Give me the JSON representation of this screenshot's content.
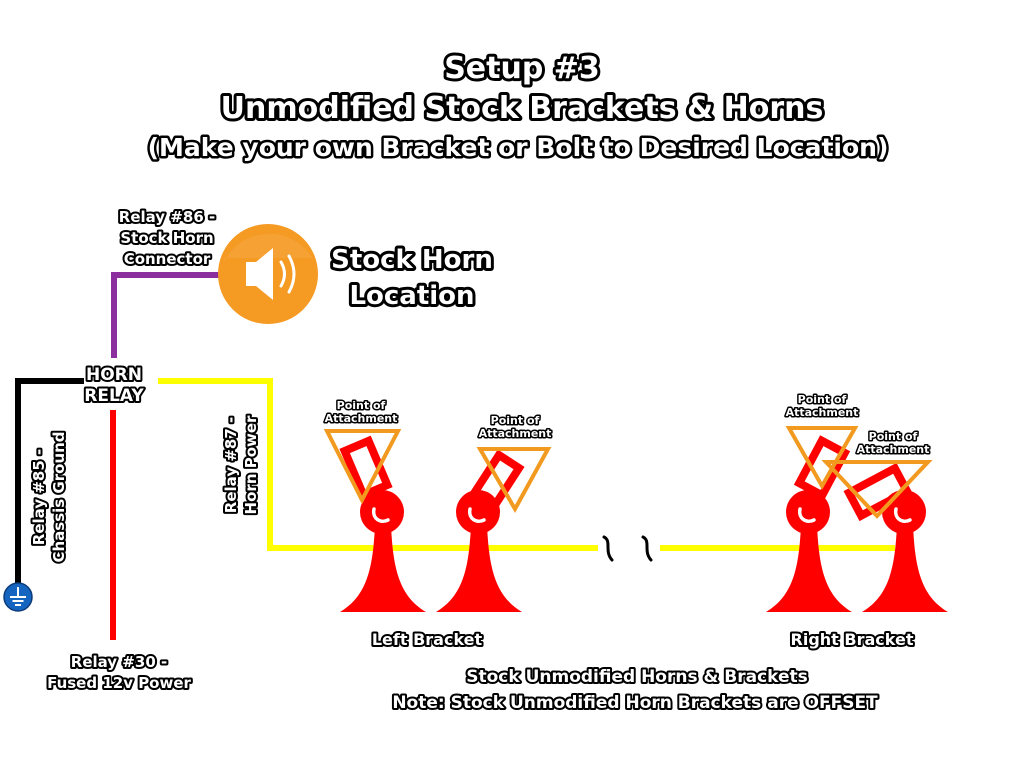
{
  "title": {
    "line1": "Setup #3",
    "line2": "Unmodified Stock Brackets & Horns",
    "line3": "(Make your own Bracket or Bolt to Desired Location)"
  },
  "relay": {
    "line1": "HORN",
    "line2": "RELAY"
  },
  "labels": {
    "relay86": [
      "Relay #86 -",
      "Stock Horn",
      "Connector"
    ],
    "relay85": [
      "Relay #85 -",
      "Chassis Ground"
    ],
    "relay87": [
      "Relay #87 -",
      "Horn Power"
    ],
    "relay30": [
      "Relay #30 -",
      "Fused 12v Power"
    ],
    "stock_horn_location": [
      "Stock Horn",
      "Location"
    ],
    "point_of_attachment": [
      "Point of",
      "Attachment"
    ],
    "left_bracket": "Left Bracket",
    "right_bracket": "Right Bracket",
    "footer_line1": "Stock Unmodified Horns & Brackets",
    "footer_line2": "Note: Stock Unmodified Horn Brackets are OFFSET",
    "break_symbol": "~ ~"
  },
  "icons": {
    "speaker": "speaker-icon",
    "ground": "ground-icon",
    "horn": "horn-icon"
  },
  "colors": {
    "wire_86": "#8b2f9e",
    "wire_85": "#000000",
    "wire_87": "#ffff00",
    "wire_30": "#ff0000",
    "horn": "#ff0000",
    "attachment_triangle": "#f29a1f",
    "speaker_badge": "#f59a23",
    "ground_badge": "#1565c0"
  }
}
